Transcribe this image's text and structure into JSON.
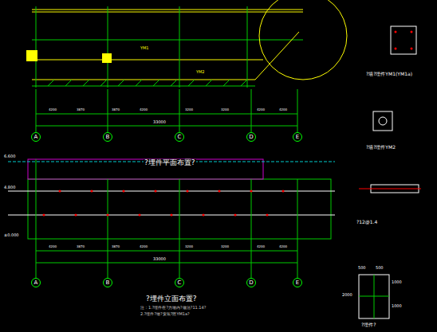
{
  "diagram": {
    "nodes": [
      {
        "text": [
          "A"
        ]
      },
      {
        "text": [
          "B"
        ]
      },
      {
        "text": [
          "C"
        ]
      },
      {
        "text": [
          "D"
        ]
      },
      {
        "text": [
          "E"
        ]
      },
      {
        "text": [
          "A"
        ]
      },
      {
        "text": [
          "B"
        ]
      },
      {
        "text": [
          "C"
        ]
      },
      {
        "text": [
          "D"
        ]
      },
      {
        "text": [
          "E"
        ]
      }
    ],
    "labels": [
      "?埋件平面布置?",
      "?埋件立面布置?",
      "注：1.?埋件在?力墙内?做法?11.14?",
      "2.?埋件?墙?安装?照YM1a?",
      "?墙?埋件YM1(YM1a)",
      "?墙?埋件YM2",
      "?12@1.4",
      "?埋件?",
      "500",
      "500",
      "1000",
      "1000",
      "2000",
      "4200",
      "3870",
      "3870",
      "4200",
      "3200",
      "3200",
      "4200",
      "4200",
      "33000",
      "4200",
      "3870",
      "3870",
      "4200",
      "3200",
      "3200",
      "4200",
      "4200",
      "33000",
      "6.600",
      "4.800",
      "±0.000",
      "YM1",
      "YM2"
    ]
  }
}
